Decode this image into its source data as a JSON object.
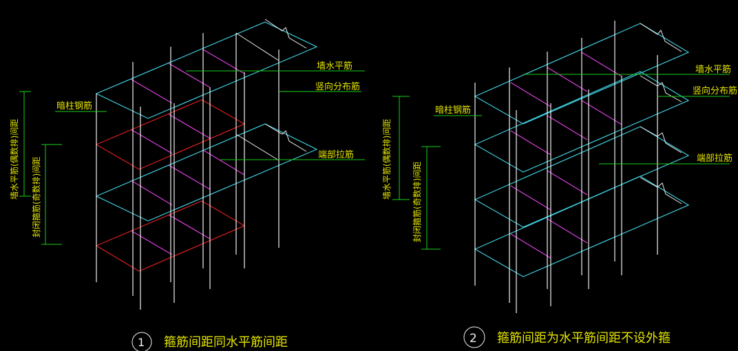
{
  "colors": {
    "background": "#000000",
    "cyan": "#3fd0e0",
    "white": "#f2f2f2",
    "magenta": "#e040e0",
    "red": "#e02020",
    "green": "#19d219",
    "text_yellow": "#e6e600"
  },
  "diagram_1": {
    "labels": {
      "wall_horizontal_bar": "墙水平筋",
      "vertical_dist_bar": "竖向分布筋",
      "hidden_column_bar": "暗柱钢筋",
      "end_tie_bar": "端部拉筋",
      "dim_wall_horizontal_spacing": "墙水平筋(偶数排)间距",
      "dim_closed_stirrup_spacing": "封闭箍筋(奇数排)间距"
    },
    "caption_number": "1",
    "caption_text": "箍筋间距同水平筋间距"
  },
  "diagram_2": {
    "labels": {
      "wall_horizontal_bar": "墙水平筋",
      "vertical_dist_bar": "竖向分布筋",
      "hidden_column_bar": "暗柱钢筋",
      "end_tie_bar": "端部拉筋",
      "dim_wall_horizontal_spacing": "墙水平筋(偶数排)间距",
      "dim_closed_stirrup_spacing": "封闭箍筋(奇数排)间距"
    },
    "caption_number": "2",
    "caption_text": "箍筋间距为水平筋间距不设外箍"
  }
}
